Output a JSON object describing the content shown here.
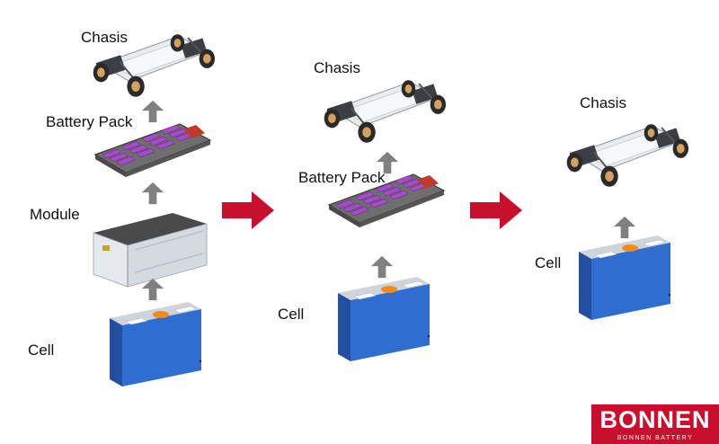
{
  "columns": [
    {
      "labels": {
        "chassis": "Chasis",
        "battery_pack": "Battery Pack",
        "module": "Module",
        "cell": "Cell"
      }
    },
    {
      "labels": {
        "chassis": "Chasis",
        "battery_pack": "Battery Pack",
        "cell": "Cell"
      }
    },
    {
      "labels": {
        "chassis": "Chasis",
        "cell": "Cell"
      }
    }
  ],
  "logo": {
    "brand": "BONNEN",
    "tagline": "BONNEN BATTERY"
  },
  "colors": {
    "flow_arrow": "#c8102e",
    "up_arrow": "#808080",
    "cell_blue": "#2f6dd0",
    "pack_purple": "#a24dc7",
    "brand_red": "#c8102e"
  },
  "icons": [
    "chassis-image",
    "battery-pack-image",
    "module-image",
    "cell-image",
    "up-arrow-icon",
    "right-arrow-icon"
  ]
}
